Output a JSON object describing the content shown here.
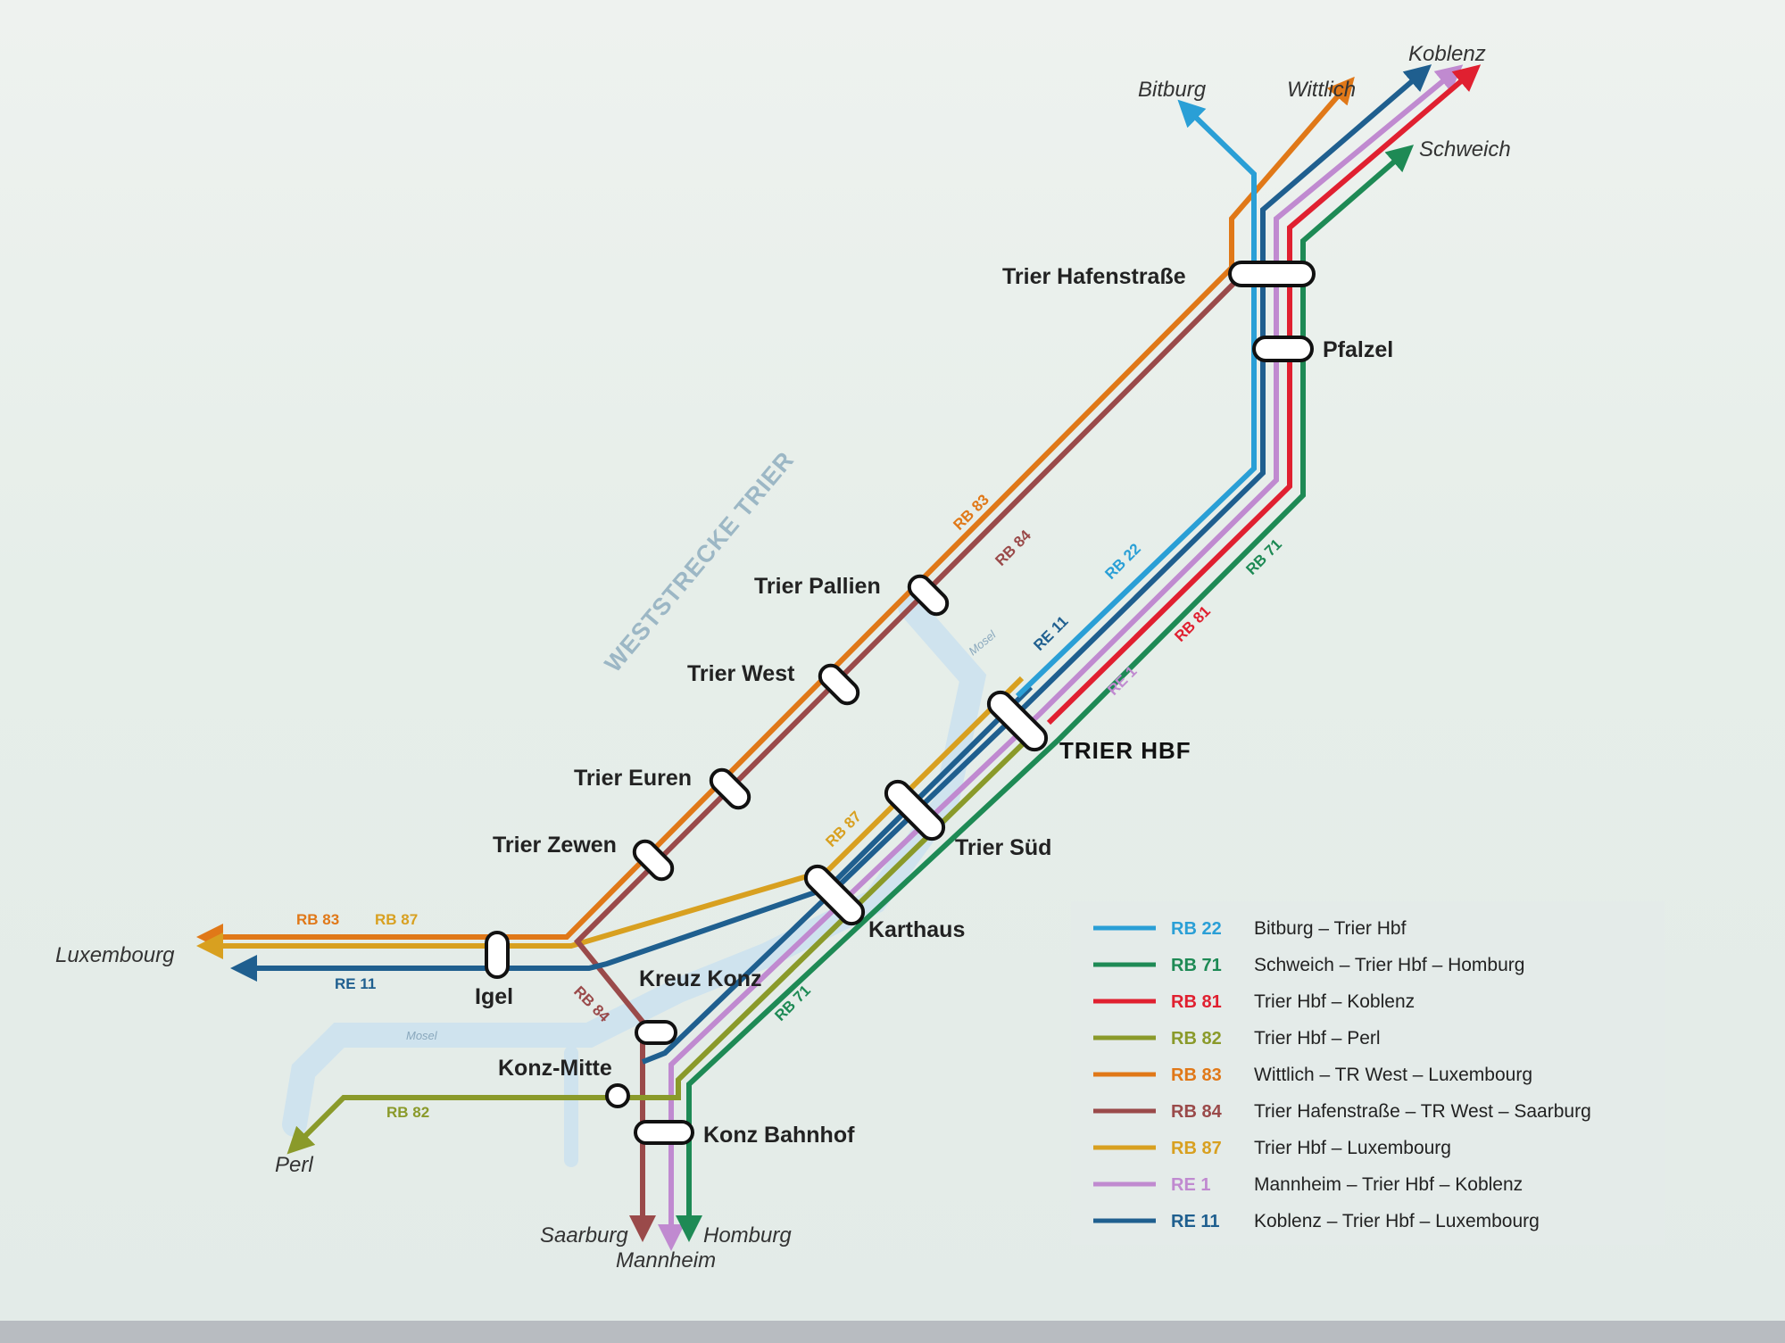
{
  "colors": {
    "RB22": "#2a9fd6",
    "RB71": "#1e8a55",
    "RB81": "#e02030",
    "RB82": "#8a9a2a",
    "RB83": "#e07818",
    "RB84": "#9a4a4a",
    "RB87": "#d8a020",
    "RE1": "#c08ad0",
    "RE11": "#1f5f8f"
  },
  "map": {
    "title": "WESTSTRECKE TRIER",
    "stations": {
      "hafenstrasse": "Trier Hafenstraße",
      "pfalzel": "Pfalzel",
      "pallien": "Trier Pallien",
      "west": "Trier West",
      "euren": "Trier Euren",
      "zewen": "Trier Zewen",
      "igel": "Igel",
      "hbf": "TRIER HBF",
      "sued": "Trier Süd",
      "karthaus": "Karthaus",
      "kreuz_konz": "Kreuz Konz",
      "konz_mitte": "Konz-Mitte",
      "konz_bahnhof": "Konz Bahnhof"
    },
    "destinations": {
      "bitburg": "Bitburg",
      "wittlich": "Wittlich",
      "koblenz": "Koblenz",
      "schweich": "Schweich",
      "luxembourg": "Luxembourg",
      "perl": "Perl",
      "saarburg": "Saarburg",
      "homburg": "Homburg",
      "mannheim": "Mannheim"
    },
    "line_tags": {
      "rb83_north": "RB 83",
      "rb84_north": "RB 84",
      "rb22": "RB 22",
      "re11": "RE 11",
      "rb71_north": "RB 71",
      "rb81": "RB 81",
      "re1": "RE 1",
      "rb87": "RB 87",
      "rb71_south": "RB 71",
      "rb83_west": "RB 83",
      "rb87_west": "RB 87",
      "re11_west": "RE 11",
      "rb84_south": "RB 84",
      "rb82": "RB 82"
    },
    "water": {
      "mosel_1": "Mosel",
      "mosel_2": "Mosel"
    }
  },
  "legend": [
    {
      "code": "RB 22",
      "desc": "Bitburg – Trier Hbf",
      "color": "#2a9fd6"
    },
    {
      "code": "RB 71",
      "desc": "Schweich – Trier Hbf – Homburg",
      "color": "#1e8a55"
    },
    {
      "code": "RB 81",
      "desc": "Trier Hbf – Koblenz",
      "color": "#e02030"
    },
    {
      "code": "RB 82",
      "desc": "Trier Hbf – Perl",
      "color": "#8a9a2a"
    },
    {
      "code": "RB 83",
      "desc": "Wittlich – TR West – Luxembourg",
      "color": "#e07818"
    },
    {
      "code": "RB 84",
      "desc": "Trier Hafenstraße – TR West – Saarburg",
      "color": "#9a4a4a"
    },
    {
      "code": "RB 87",
      "desc": "Trier Hbf – Luxembourg",
      "color": "#d8a020"
    },
    {
      "code": "RE 1",
      "desc": "Mannheim – Trier Hbf – Koblenz",
      "color": "#c08ad0"
    },
    {
      "code": "RE 11",
      "desc": "Koblenz – Trier Hbf – Luxembourg",
      "color": "#1f5f8f"
    }
  ]
}
